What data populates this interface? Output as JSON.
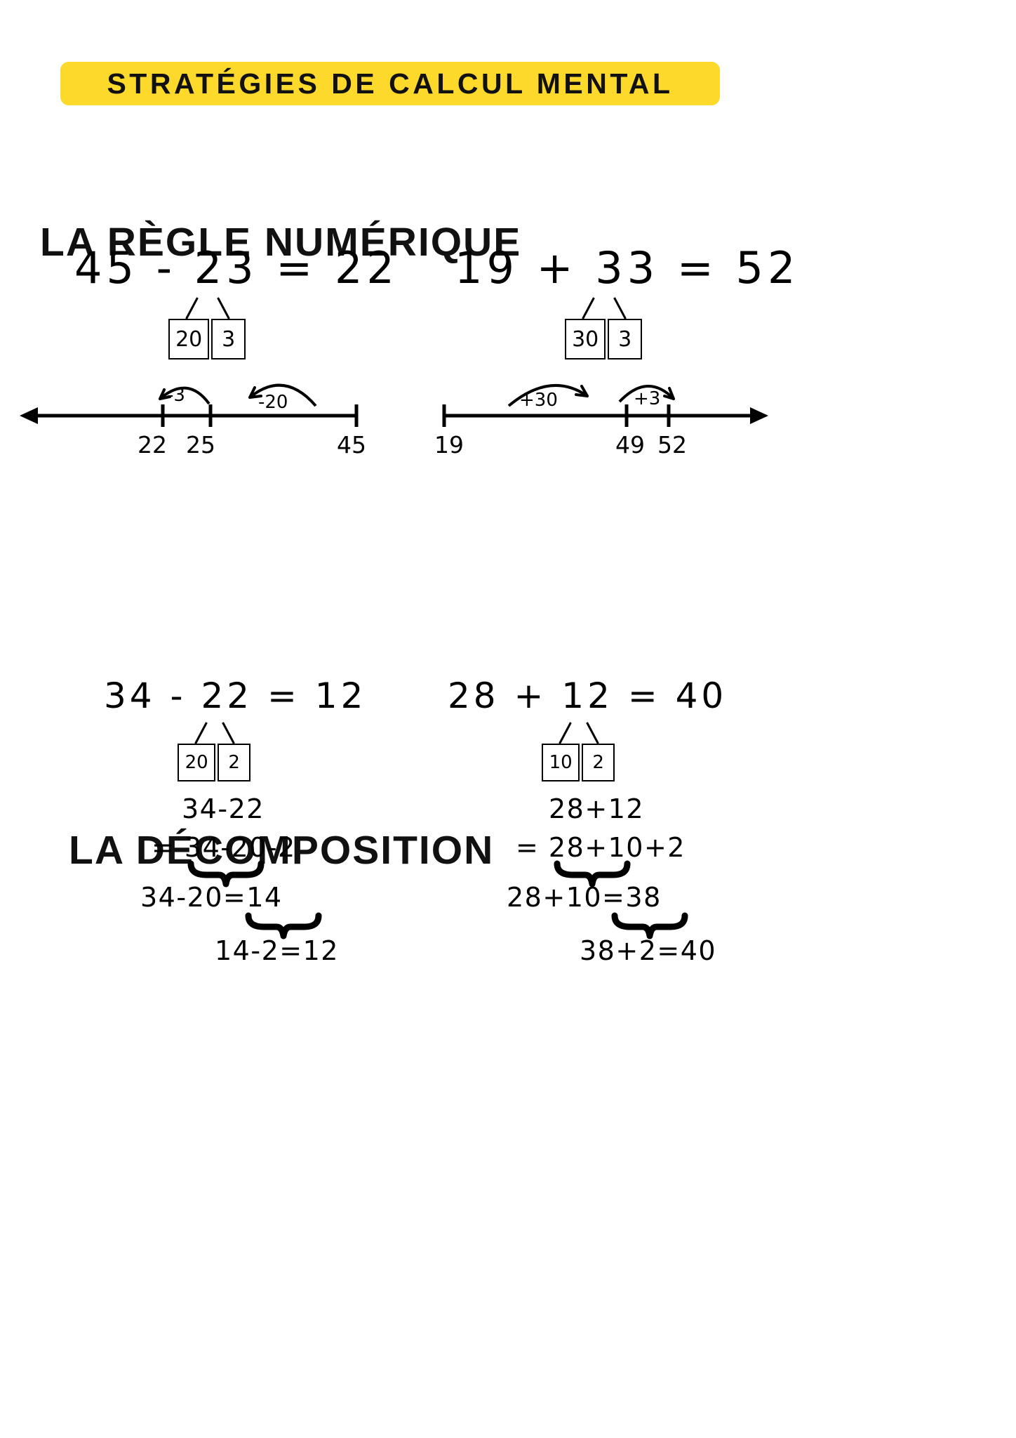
{
  "banner": {
    "title": "STRATÉGIES DE CALCUL MENTAL",
    "background_color": "#FCD92B",
    "text_color": "#111111"
  },
  "sections": [
    {
      "id": "regle-numerique",
      "heading": "LA RÈGLE NUMÉRIQUE",
      "examples": [
        {
          "id": "ex-45-23",
          "equation": "45 - 23 = 22",
          "split": {
            "tens": "20",
            "units": "3"
          },
          "numberline": {
            "direction": "left",
            "start_value": "45",
            "ticks": [
              "22",
              "25",
              "45"
            ],
            "hops": [
              {
                "label": "-3",
                "from": "25",
                "to": "22",
                "direction": "left"
              },
              {
                "label": "-20",
                "from": "45",
                "to": "25",
                "direction": "left"
              }
            ]
          }
        },
        {
          "id": "ex-19-33",
          "equation": "19 + 33 = 52",
          "split": {
            "tens": "30",
            "units": "3"
          },
          "numberline": {
            "direction": "right",
            "start_value": "19",
            "ticks": [
              "19",
              "49",
              "52"
            ],
            "hops": [
              {
                "label": "+30",
                "from": "19",
                "to": "49",
                "direction": "right"
              },
              {
                "label": "+3",
                "from": "49",
                "to": "52",
                "direction": "right"
              }
            ]
          }
        }
      ]
    },
    {
      "id": "decomposition",
      "heading": "LA DÉCOMPOSITION",
      "examples": [
        {
          "id": "ex-34-22",
          "equation": "34 - 22 = 12",
          "split": {
            "tens": "20",
            "units": "2"
          },
          "steps": [
            "34-22",
            "= 34-20-2",
            "34-20=14",
            "14-2=12"
          ]
        },
        {
          "id": "ex-28-12",
          "equation": "28 + 12 = 40",
          "split": {
            "tens": "10",
            "units": "2"
          },
          "steps": [
            "28+12",
            "= 28+10+2",
            "28+10=38",
            "38+2=40"
          ]
        }
      ]
    }
  ]
}
